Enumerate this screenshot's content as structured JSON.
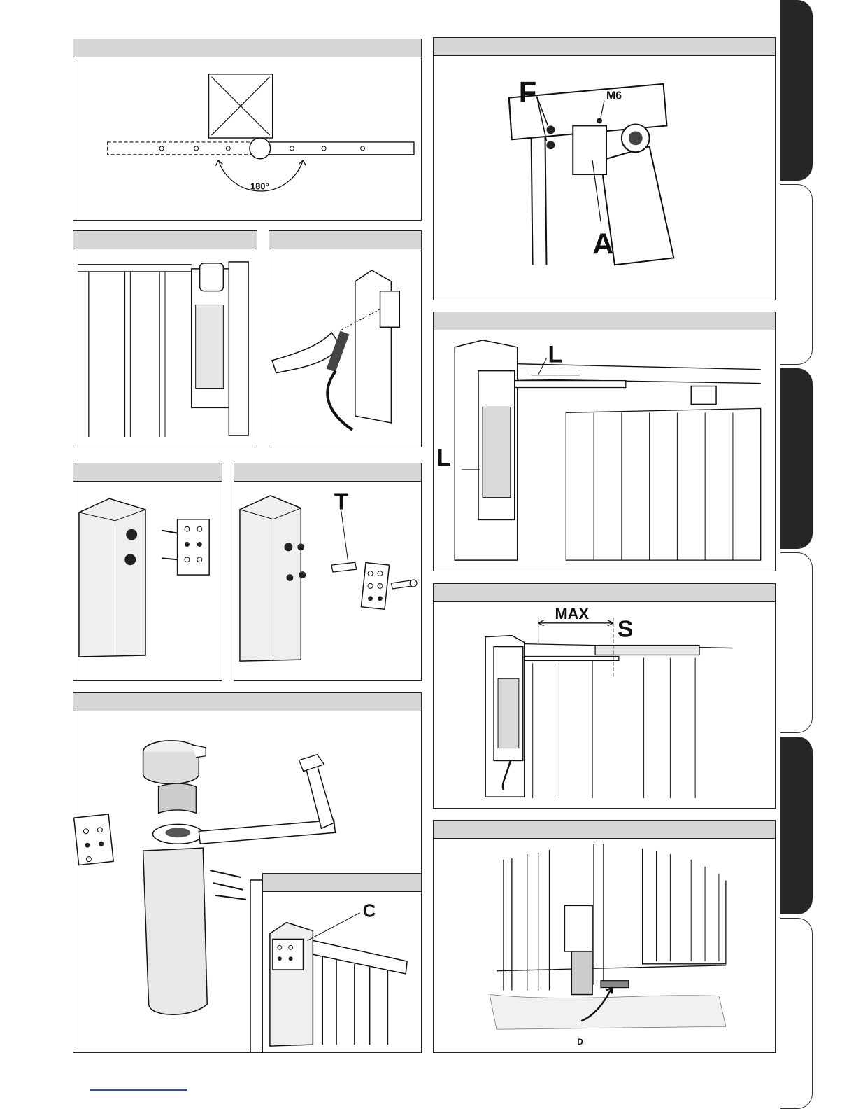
{
  "figures": {
    "swing_angle": {
      "angle_label": "180°"
    },
    "bracket_fixing": {
      "label_f": "F",
      "label_m6": "M6",
      "label_a": "A"
    },
    "operator_level": {
      "label_l_top": "L",
      "label_l_side": "L"
    },
    "anchor_plug": {
      "label_t": "T"
    },
    "arm_stroke": {
      "label_max": "MAX",
      "label_s": "S"
    },
    "bracket_c": {
      "label_c": "C"
    },
    "ground_stop": {
      "label_d": "D"
    }
  },
  "side_tabs": [
    {
      "style": "dark"
    },
    {
      "style": "light"
    },
    {
      "style": "dark"
    },
    {
      "style": "light"
    },
    {
      "style": "dark"
    },
    {
      "style": "light"
    }
  ]
}
